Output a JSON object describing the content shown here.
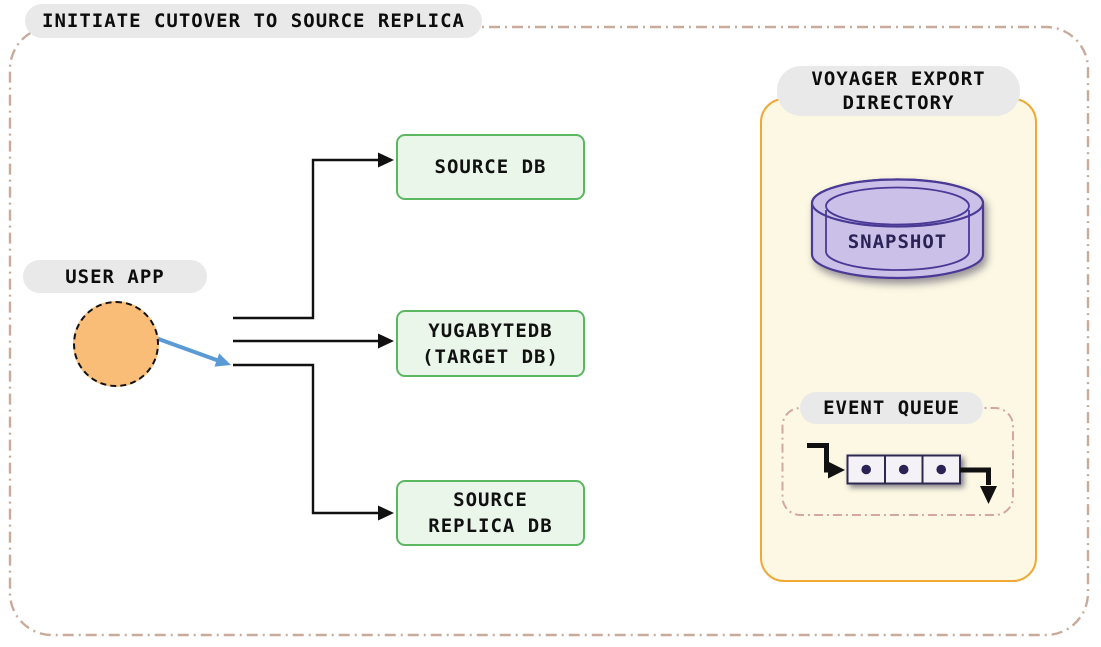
{
  "title": "INITIATE CUTOVER TO SOURCE REPLICA",
  "user_app": {
    "label": "USER APP"
  },
  "databases": [
    {
      "name": "source-db",
      "lines": [
        "SOURCE DB"
      ]
    },
    {
      "name": "yugabytedb-target-db",
      "lines": [
        "YUGABYTEDB",
        "(TARGET DB)"
      ]
    },
    {
      "name": "source-replica-db",
      "lines": [
        "SOURCE",
        "REPLICA DB"
      ]
    }
  ],
  "voyager_export_directory": {
    "title_lines": [
      "VOYAGER EXPORT",
      "DIRECTORY"
    ],
    "snapshot_label": "SNAPSHOT",
    "event_queue": {
      "label": "EVENT QUEUE",
      "queue_cells": 3
    }
  },
  "colors": {
    "outer_border": "#C9AB9B",
    "pill_bg": "#E9E9E9",
    "user_app_fill": "#FABD78",
    "db_box_fill": "#EAF6E9",
    "db_box_border": "#5CB860",
    "export_dir_fill": "#FCF8E3",
    "export_dir_border": "#F0A936",
    "snapshot_fill": "#CBC1E8",
    "snapshot_border": "#4A3A96",
    "event_queue_border": "#D4A89F",
    "cutover_arrow": "#5B9BD5",
    "connector": "#111111",
    "queue_cell_fill": "#F4F2F7",
    "queue_cell_border": "#2D2850"
  }
}
